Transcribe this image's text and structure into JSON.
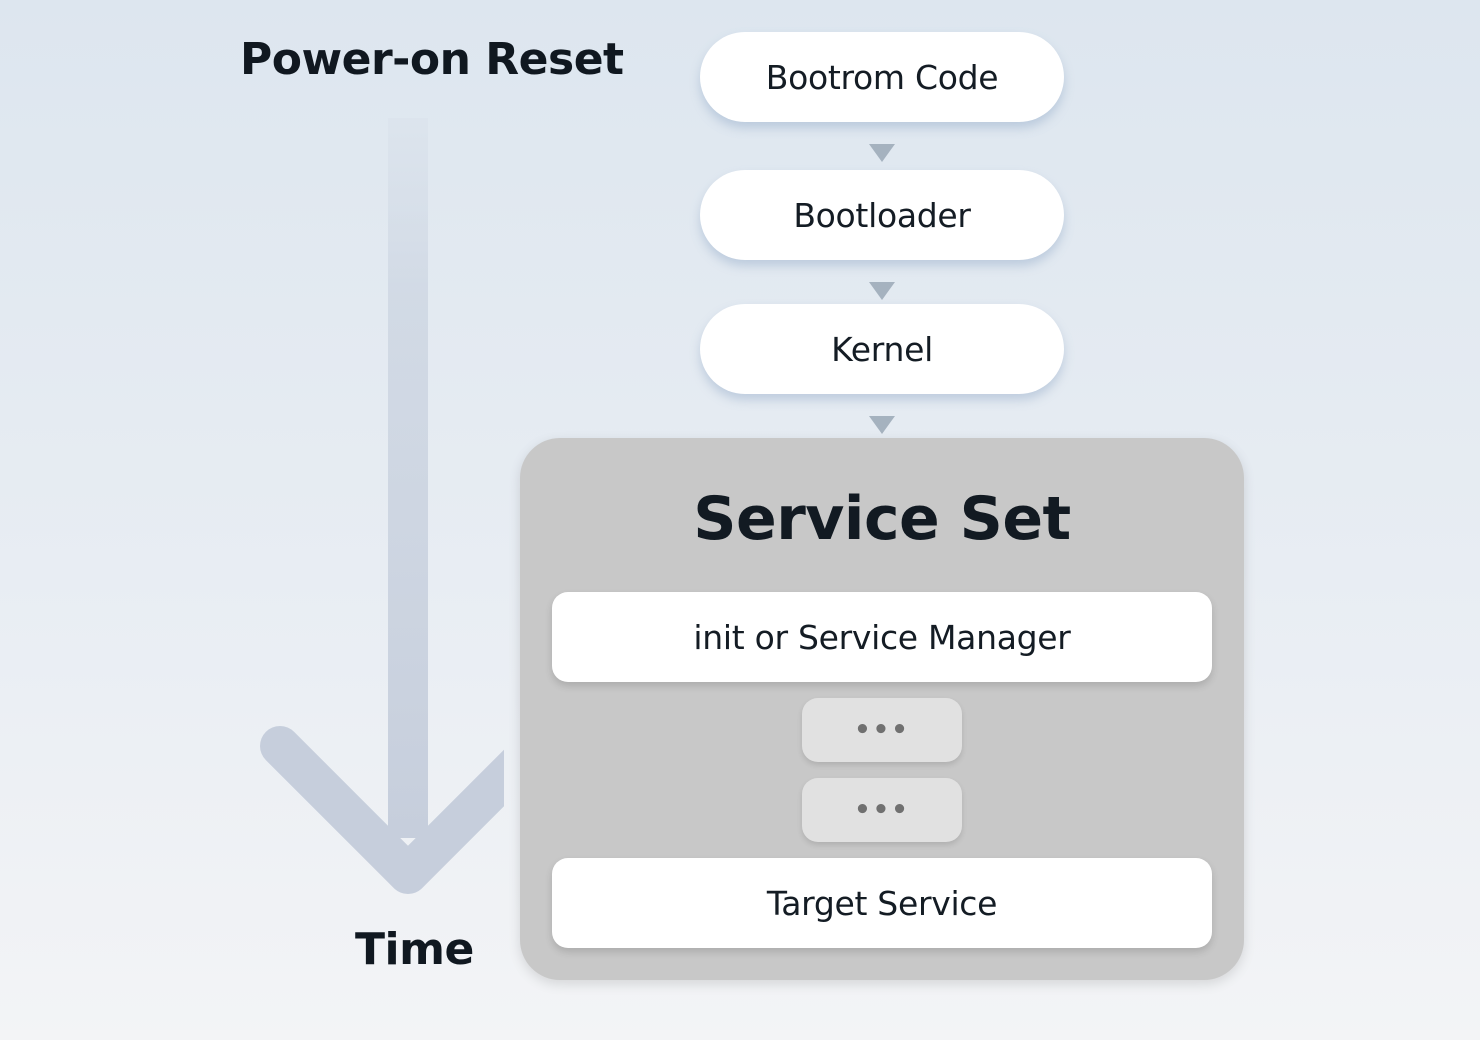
{
  "timeline": {
    "start_label": "Power-on Reset",
    "end_label": "Time",
    "arrow_color": "#cad3e0"
  },
  "boot_stages": [
    {
      "label": "Bootrom Code"
    },
    {
      "label": "Bootloader"
    },
    {
      "label": "Kernel"
    }
  ],
  "service_set": {
    "title": "Service Set",
    "first_service": "init or Service Manager",
    "intermediate_services": [
      "•••",
      "•••"
    ],
    "target_service": "Target Service"
  },
  "colors": {
    "pill_background": "#ffffff",
    "connector": "#a5b2bf",
    "service_set_background": "#c8c8c8",
    "ellipsis_background": "#e1e1e1"
  }
}
